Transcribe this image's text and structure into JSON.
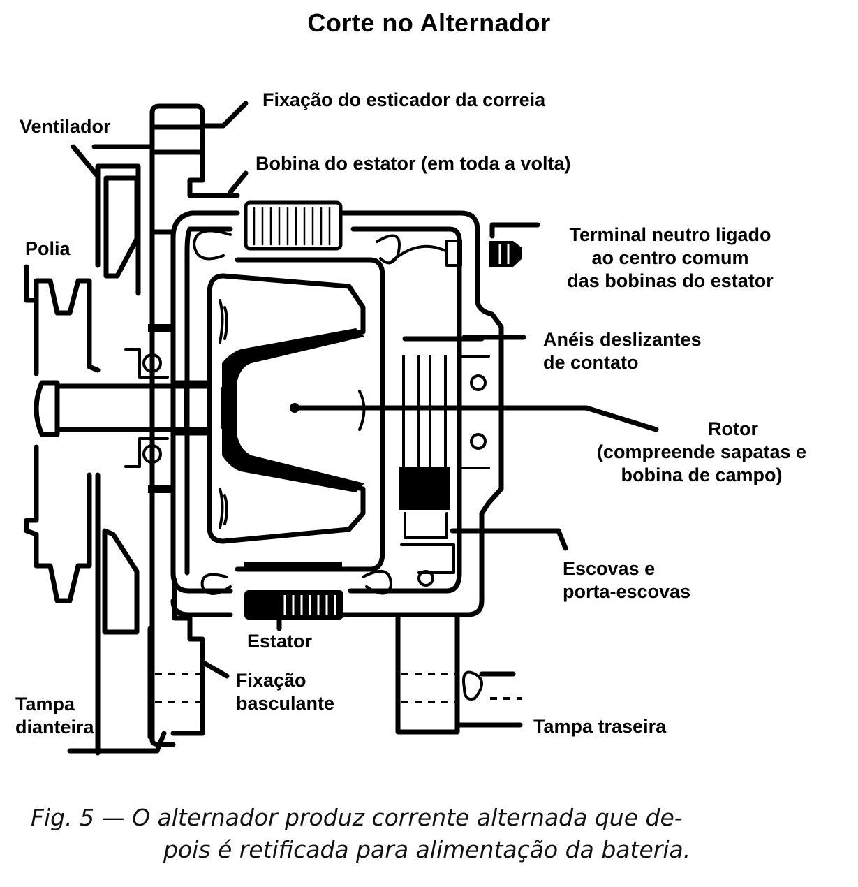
{
  "title": "Corte no Alternador",
  "labels": {
    "ventilador": "Ventilador",
    "polia": "Polia",
    "fixacao_esticador": "Fixação do esticador da correia",
    "bobina_estator": "Bobina do estator (em toda a volta)",
    "terminal_neutro": [
      "Terminal neutro ligado",
      "ao centro comum",
      "das bobinas do estator"
    ],
    "aneis": [
      "Anéis deslizantes",
      "de contato"
    ],
    "rotor": [
      "Rotor",
      "(compreende sapatas e",
      "bobina de campo)"
    ],
    "escovas": [
      "Escovas e",
      "porta-escovas"
    ],
    "estator": "Estator",
    "fixacao_basculante": [
      "Fixação",
      "basculante"
    ],
    "tampa_dianteira": [
      "Tampa",
      "dianteira"
    ],
    "tampa_traseira": "Tampa traseira"
  },
  "caption": {
    "line1": "Fig. 5 — O alternador produz corrente alternada que de-",
    "line2": "pois é retificada para alimentação da bateria."
  }
}
